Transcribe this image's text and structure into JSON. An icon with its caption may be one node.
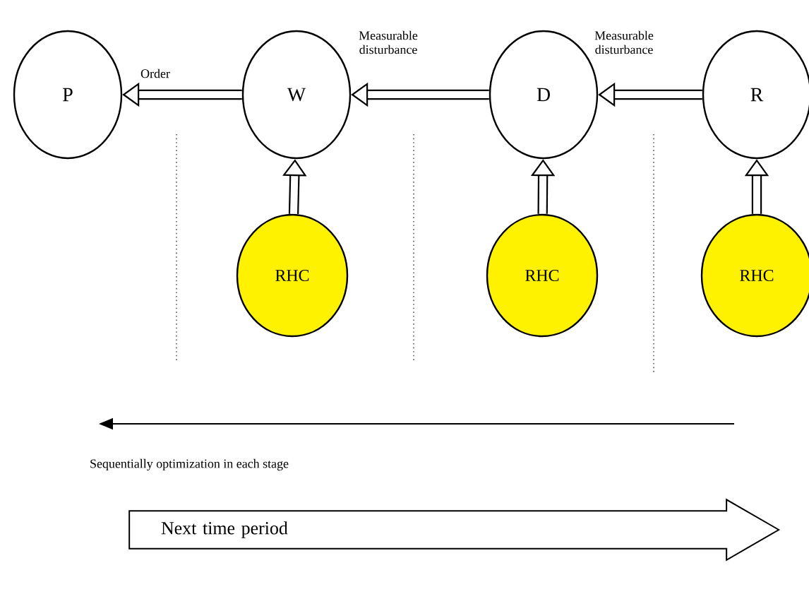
{
  "diagram": {
    "nodes": [
      {
        "text": [
          "P"
        ]
      },
      {
        "text": [
          "W"
        ]
      },
      {
        "text": [
          "D"
        ]
      },
      {
        "text": [
          "R"
        ]
      },
      {
        "text": [
          "RHC"
        ]
      },
      {
        "text": [
          "RHC"
        ]
      },
      {
        "text": [
          "RHC"
        ]
      },
      {
        "text": [
          "Next time period"
        ]
      }
    ],
    "edges": [
      {
        "from": 1,
        "to": 0,
        "arrow": "to",
        "label": "Order"
      },
      {
        "from": 2,
        "to": 1,
        "arrow": "to",
        "label": "Measurable disturbance"
      },
      {
        "from": 3,
        "to": 2,
        "arrow": "to",
        "label": "Measurable disturbance"
      },
      {
        "from": 4,
        "to": 1,
        "arrow": "to"
      },
      {
        "from": 5,
        "to": 2,
        "arrow": "to"
      },
      {
        "from": 6,
        "to": 3,
        "arrow": "to"
      }
    ],
    "labels": [
      "Sequentially optimization in each stage"
    ]
  }
}
